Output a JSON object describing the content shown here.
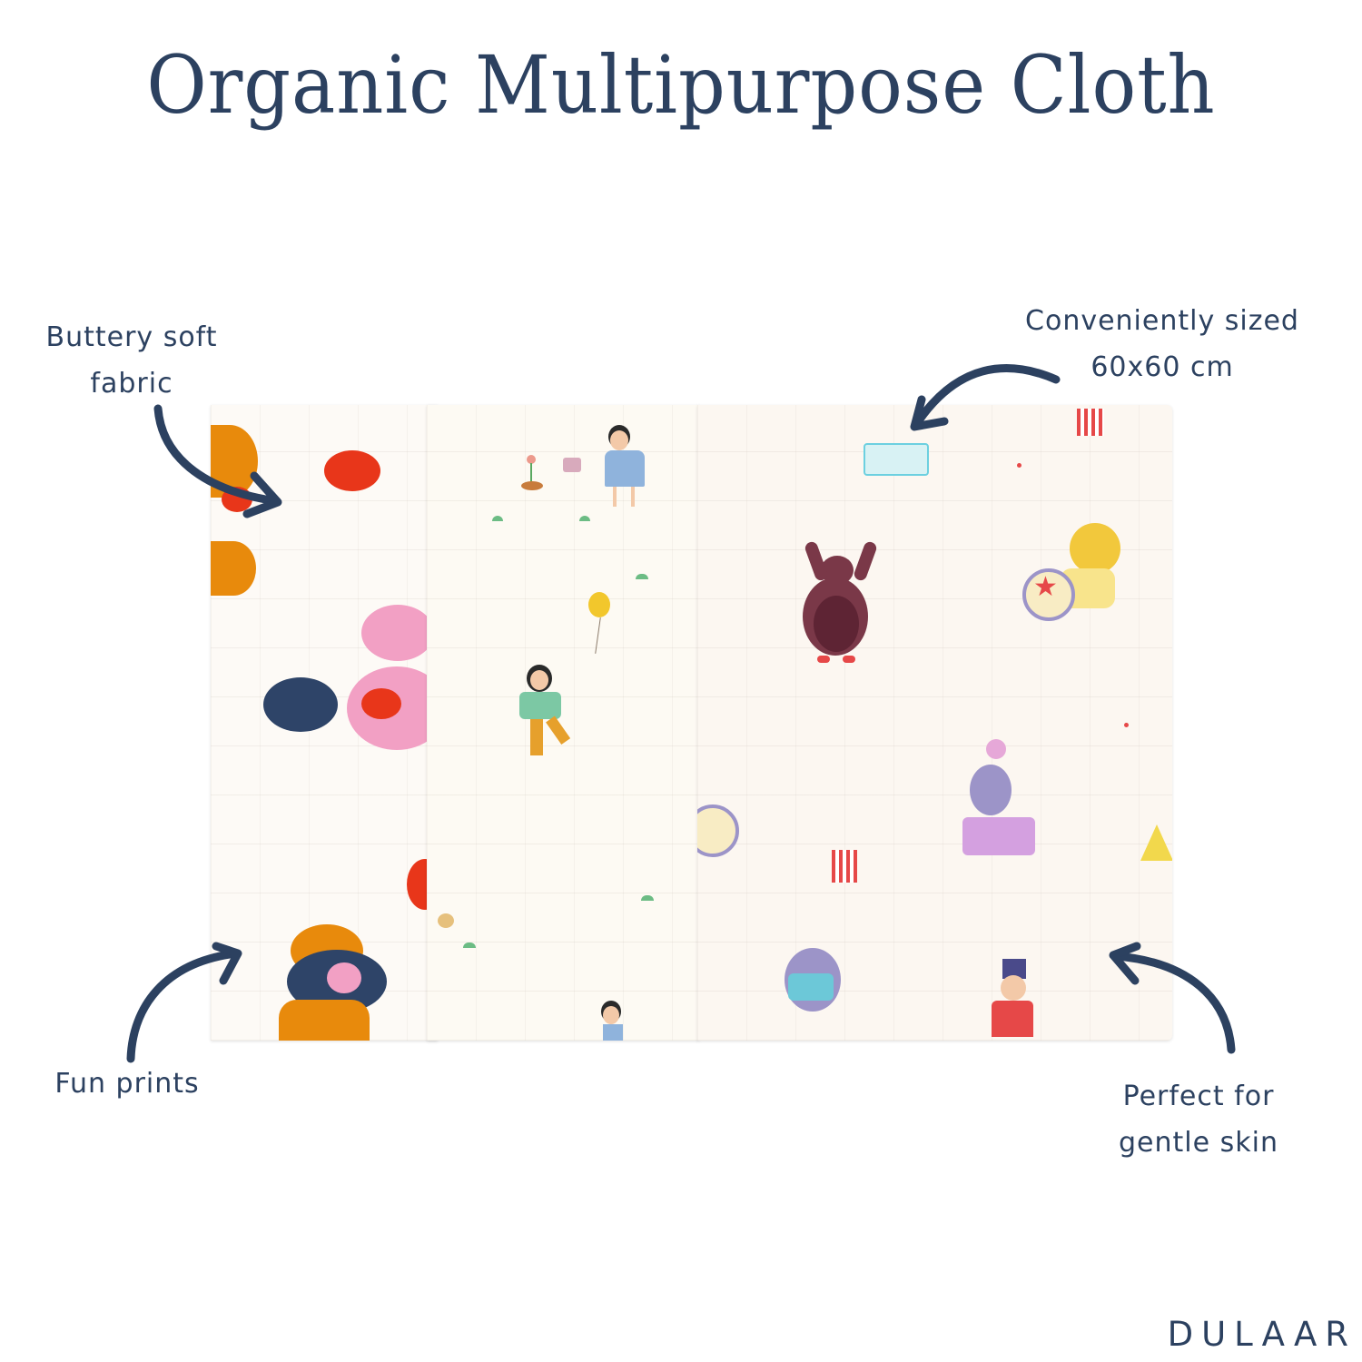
{
  "header": {
    "title": "Organic Multipurpose Cloth"
  },
  "callouts": {
    "top_left": {
      "line1": "Buttery soft",
      "line2": "fabric"
    },
    "top_right": {
      "line1": "Conveniently sized",
      "line2": "60x60 cm"
    },
    "bottom_left": {
      "line1": "Fun prints"
    },
    "bottom_right": {
      "line1": "Perfect for",
      "line2": "gentle skin"
    }
  },
  "brand": {
    "name": "DULAAR"
  },
  "product": {
    "cloths": [
      {
        "print": "polka-dots",
        "colors": [
          "#e88a0c",
          "#e8361a",
          "#f2a0c4",
          "#2e4468"
        ]
      },
      {
        "print": "children-playing",
        "colors": [
          "#8fb3dc",
          "#f2c72c",
          "#7cc8a4",
          "#e6a02c"
        ]
      },
      {
        "print": "circus-animals",
        "colors": [
          "#7a3848",
          "#f2c83c",
          "#9c94c8",
          "#e64848"
        ]
      }
    ]
  },
  "colors": {
    "text": "#2c4160",
    "background": "#ffffff"
  }
}
